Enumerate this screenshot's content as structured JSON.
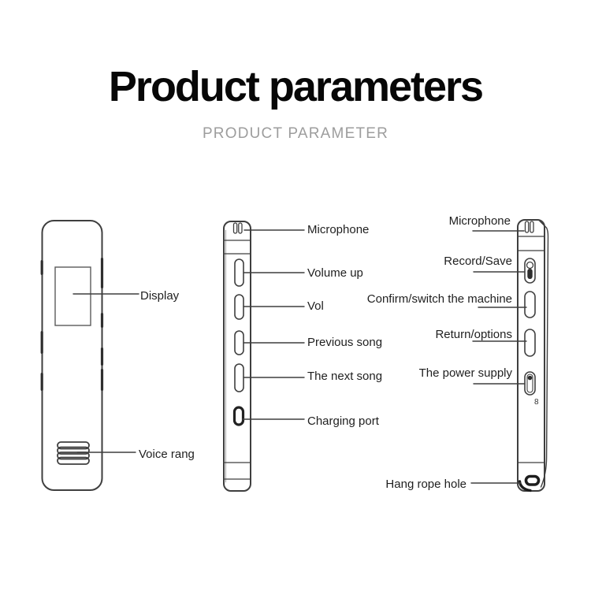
{
  "header": {
    "title": "Product parameters",
    "subtitle": "PRODUCT PARAMETER"
  },
  "devices": {
    "front": {
      "labels": {
        "display": "Display",
        "voice_rang": "Voice rang"
      }
    },
    "side_middle": {
      "labels": {
        "microphone": "Microphone",
        "volume_up": "Volume up",
        "vol": "Vol",
        "previous_song": "Previous song",
        "next_song": "The next song",
        "charging_port": "Charging port"
      }
    },
    "side_right": {
      "labels": {
        "microphone": "Microphone",
        "record_save": "Record/Save",
        "confirm_switch": "Confirm/switch the machine",
        "return_options": "Return/options",
        "power_supply": "The power supply",
        "hang_rope_hole": "Hang rope hole"
      },
      "marking": "8"
    }
  },
  "colors": {
    "line": "#3f3f3f",
    "label_text": "#1f1f1f",
    "subtitle_text": "#9d9d9d"
  }
}
